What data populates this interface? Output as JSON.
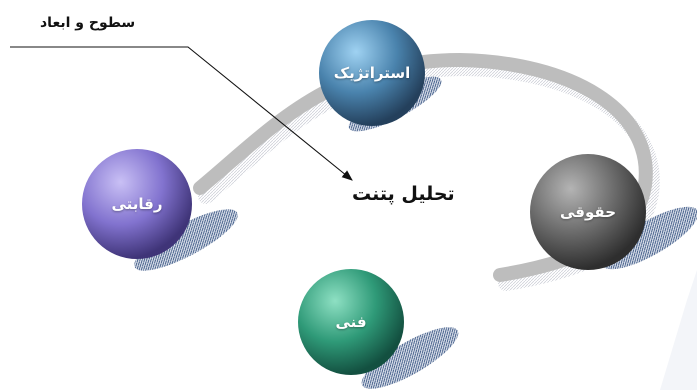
{
  "diagram": {
    "title": "سطوح و ابعاد",
    "center": "تحلیل پتنت",
    "nodes": {
      "strategic": {
        "label": "استراتژیک",
        "color": "#4a83ad"
      },
      "competitive": {
        "label": "رقابتی",
        "color": "#8273cf"
      },
      "legal": {
        "label": "حقوقی",
        "color": "#6a6a6a"
      },
      "technical": {
        "label": "فنی",
        "color": "#2f9a78"
      }
    }
  }
}
